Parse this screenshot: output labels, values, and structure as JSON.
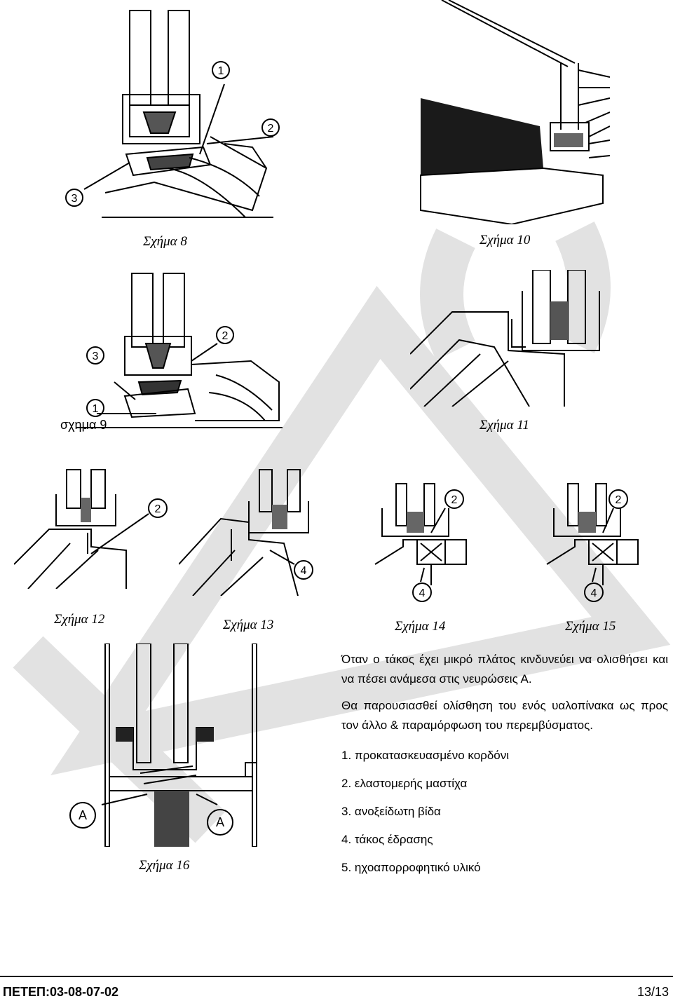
{
  "captions": {
    "fig8": "Σχήμα 8",
    "fig10": "Σχήμα 10",
    "fig11": "Σχήμα 11",
    "fig12": "Σχήμα 12",
    "fig13": "Σχήμα 13",
    "fig14": "Σχήμα 14",
    "fig15": "Σχήμα 15",
    "fig16": "Σχήμα 16"
  },
  "drawing_labels": {
    "fig8": [
      "1",
      "2",
      "3"
    ],
    "fig9": [
      "1",
      "2",
      "3",
      "σχημα 9"
    ],
    "fig12": [
      "2"
    ],
    "fig13": [
      "4"
    ],
    "fig14": [
      "2",
      "4"
    ],
    "fig15": [
      "2",
      "4"
    ],
    "fig16": [
      "A",
      "A"
    ]
  },
  "text": {
    "para1": "Όταν ο τάκος έχει μικρό πλάτος κινδυνεύει να ολισθήσει και να πέσει ανάμεσα στις νευρώσεις Α.",
    "para2": "Θα παρουσιασθεί ολίσθηση του ενός υαλοπίνακα ως προς τον άλλο & παραμόρφωση του περεμβύσματος."
  },
  "legend": [
    "1. προκατασκευασμένο κορδόνι",
    "2. ελαστομερής μαστίχα",
    "3. ανοξείδωτη βίδα",
    "4. τάκος έδρασης",
    "5. ηχοαπορροφητικό υλικό"
  ],
  "footer": {
    "code": "ΠΕΤΕΠ:03-08-07-02",
    "page": "13/13"
  },
  "colors": {
    "watermark": "#e2e2e2",
    "ink": "#000000"
  }
}
